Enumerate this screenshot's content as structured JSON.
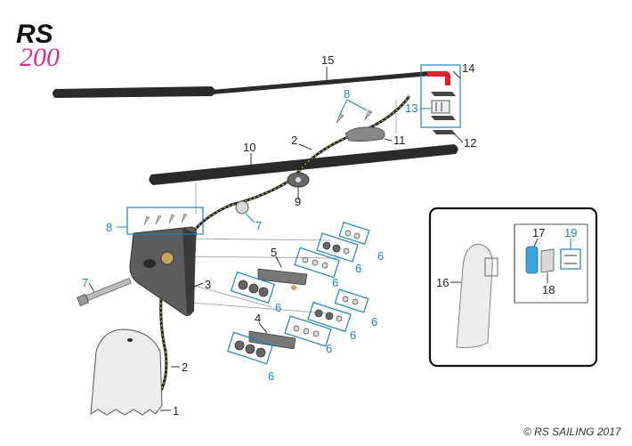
{
  "logo": {
    "brand": "RS",
    "model": "200"
  },
  "copyright": "© RS SAILING 2017",
  "part_labels": {
    "p1": "1",
    "p2a": "2",
    "p2b": "2",
    "p3": "3",
    "p4": "4",
    "p5": "5",
    "p6a": "6",
    "p6b": "6",
    "p6c": "6",
    "p6d": "6",
    "p6e": "6",
    "p6f": "6",
    "p6g": "6",
    "p6h": "6",
    "p7a": "7",
    "p7b": "7",
    "p8a": "8",
    "p8b": "8",
    "p9": "9",
    "p10": "10",
    "p11": "11",
    "p12": "12",
    "p13": "13",
    "p14": "14",
    "p15": "15",
    "p16": "16",
    "p17": "17",
    "p18": "18",
    "p19": "19"
  },
  "colors": {
    "accent_blue": "#1a82c4",
    "brand_pink": "#d6338c",
    "spar": "#2a2a2a",
    "hardware_grey": "#555555",
    "pin_blue": "#3aa3e0"
  }
}
